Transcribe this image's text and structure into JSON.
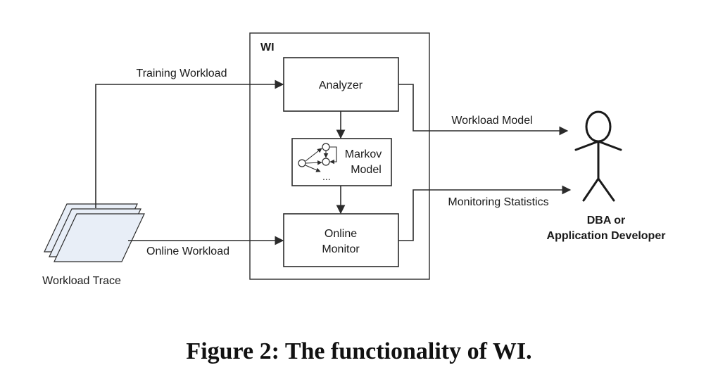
{
  "wi_box": {
    "label": "WI",
    "fill": "#edf2f8"
  },
  "analyzer": {
    "label": "Analyzer"
  },
  "markov_model": {
    "line1": "Markov",
    "line2": "Model",
    "ellipsis": "..."
  },
  "online_monitor": {
    "line1": "Online",
    "line2": "Monitor"
  },
  "edges": {
    "training_workload": "Training Workload",
    "online_workload": "Online Workload",
    "workload_model": "Workload Model",
    "monitoring_statistics": "Monitoring Statistics"
  },
  "workload_trace": {
    "label": "Workload Trace",
    "fill": "#e8eef7"
  },
  "actor": {
    "line1": "DBA or",
    "line2": "Application Developer"
  },
  "caption": "Figure 2: The functionality of WI."
}
